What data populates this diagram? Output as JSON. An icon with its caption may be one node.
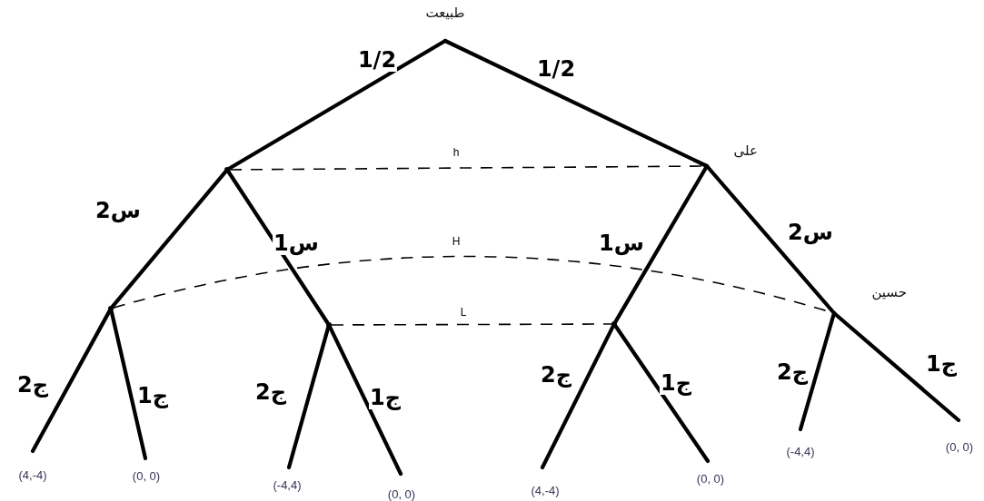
{
  "diagram": {
    "nodes": [
      {
        "text": [
          "طبیعت"
        ]
      },
      {
        "text": [],
        "shape": "point"
      },
      {
        "text": [
          "علی"
        ]
      },
      {
        "text": [],
        "shape": "point"
      },
      {
        "text": [],
        "shape": "point"
      },
      {
        "text": [],
        "shape": "point"
      },
      {
        "text": [
          "حسین"
        ]
      },
      {
        "text": [
          "(4,-4)"
        ]
      },
      {
        "text": [
          "(0, 0)"
        ]
      },
      {
        "text": [
          "(-4,4)"
        ]
      },
      {
        "text": [
          "(0, 0)"
        ]
      },
      {
        "text": [
          "(4,-4)"
        ]
      },
      {
        "text": [
          "(0, 0)"
        ]
      },
      {
        "text": [
          "(-4,4)"
        ]
      },
      {
        "text": [
          "(0, 0)"
        ]
      }
    ],
    "edges": [
      {
        "from": 0,
        "to": 1,
        "arrow": "none",
        "label": "1/2"
      },
      {
        "from": 0,
        "to": 2,
        "arrow": "none",
        "label": "1/2"
      },
      {
        "from": 1,
        "to": 3,
        "arrow": "none",
        "label": "2س"
      },
      {
        "from": 1,
        "to": 4,
        "arrow": "none",
        "label": "1س"
      },
      {
        "from": 2,
        "to": 5,
        "arrow": "none",
        "label": "1س"
      },
      {
        "from": 2,
        "to": 6,
        "arrow": "none",
        "label": "2س"
      },
      {
        "from": 3,
        "to": 7,
        "arrow": "none",
        "label": "2ج"
      },
      {
        "from": 3,
        "to": 8,
        "arrow": "none",
        "label": "1ج"
      },
      {
        "from": 4,
        "to": 9,
        "arrow": "none",
        "label": "2ج"
      },
      {
        "from": 4,
        "to": 10,
        "arrow": "none",
        "label": "1ج"
      },
      {
        "from": 5,
        "to": 11,
        "arrow": "none",
        "label": "2ج"
      },
      {
        "from": 5,
        "to": 12,
        "arrow": "none",
        "label": "1ج"
      },
      {
        "from": 6,
        "to": 13,
        "arrow": "none",
        "label": "2ج"
      },
      {
        "from": 6,
        "to": 14,
        "arrow": "none",
        "label": "1ج"
      },
      {
        "from": 1,
        "to": 2,
        "arrow": "none",
        "style": "dashed",
        "label": "h"
      },
      {
        "from": 3,
        "to": 6,
        "arrow": "none",
        "style": "dashed",
        "label": "H"
      },
      {
        "from": 4,
        "to": 5,
        "arrow": "none",
        "style": "dashed",
        "label": "L"
      }
    ]
  }
}
